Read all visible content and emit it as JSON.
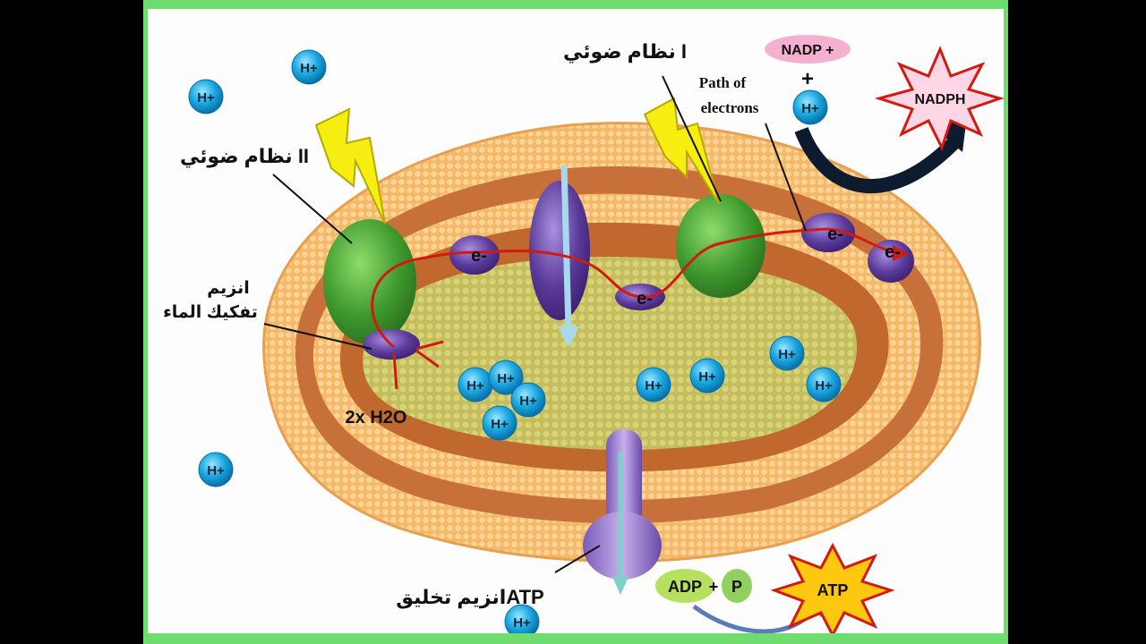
{
  "labels": {
    "photosystem_ii": "نظام ضوئي II",
    "photosystem_i": "نظام ضوئي I",
    "water_splitting_line1": "انزيم",
    "water_splitting_line2": "تفكيك الماء",
    "water": "2x H2O",
    "atp_synthase": "انزيم تخليقATP",
    "path_line1": "Path of",
    "path_line2": "electrons",
    "nadp": "NADP +",
    "plus": "+",
    "nadph": "NADPH",
    "adp": "ADP",
    "p": "P",
    "atp": "ATP",
    "electron": "e-",
    "proton": "H+"
  },
  "colors": {
    "frame": "#6fdc6f",
    "membrane_outer": "#f0b060",
    "membrane_inner": "#c8703a",
    "lumen": "#c8c060",
    "photosystem": "#4aa83a",
    "carrier": "#6a4aa8",
    "proton": "#1aa8e0",
    "electron_path": "#d21a10",
    "lightning": "#f5ee10"
  }
}
